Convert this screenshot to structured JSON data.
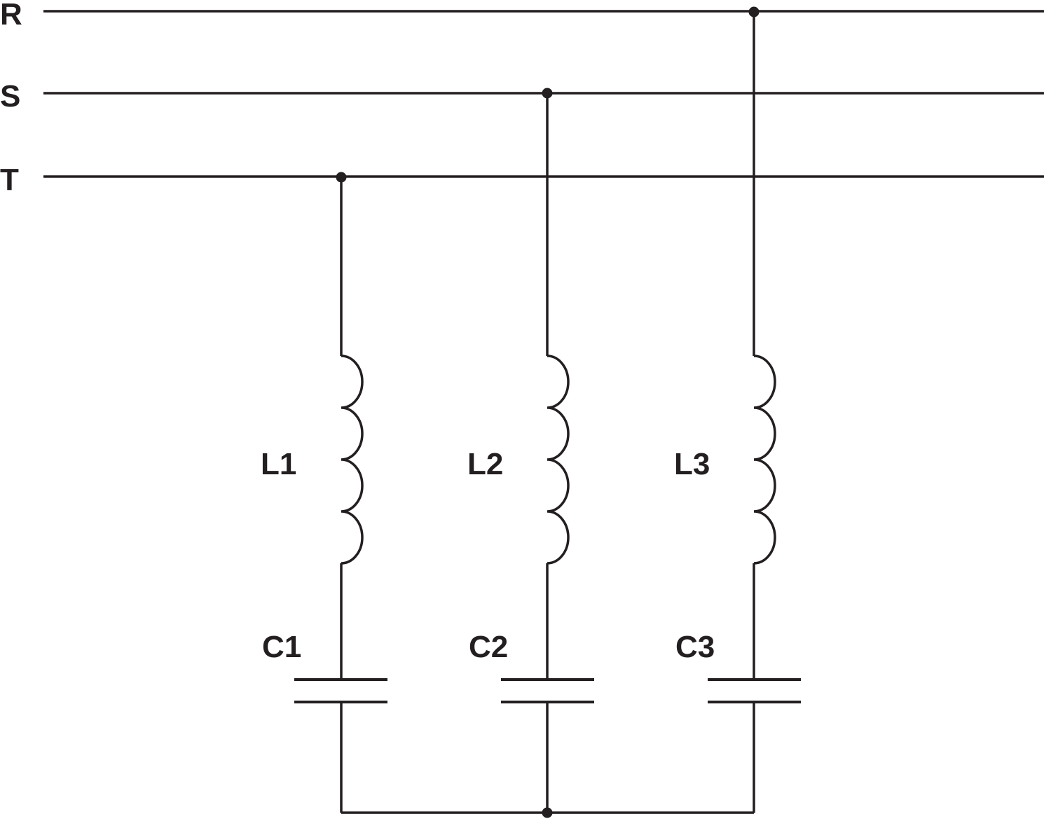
{
  "colors": {
    "ink": "#231f20",
    "background": "#ffffff"
  },
  "buses": [
    {
      "id": "R",
      "label": "R"
    },
    {
      "id": "S",
      "label": "S"
    },
    {
      "id": "T",
      "label": "T"
    }
  ],
  "branches": [
    {
      "bus": "T",
      "inductor": "L1",
      "capacitor": "C1"
    },
    {
      "bus": "S",
      "inductor": "L2",
      "capacitor": "C2"
    },
    {
      "bus": "R",
      "inductor": "L3",
      "capacitor": "C3"
    }
  ]
}
